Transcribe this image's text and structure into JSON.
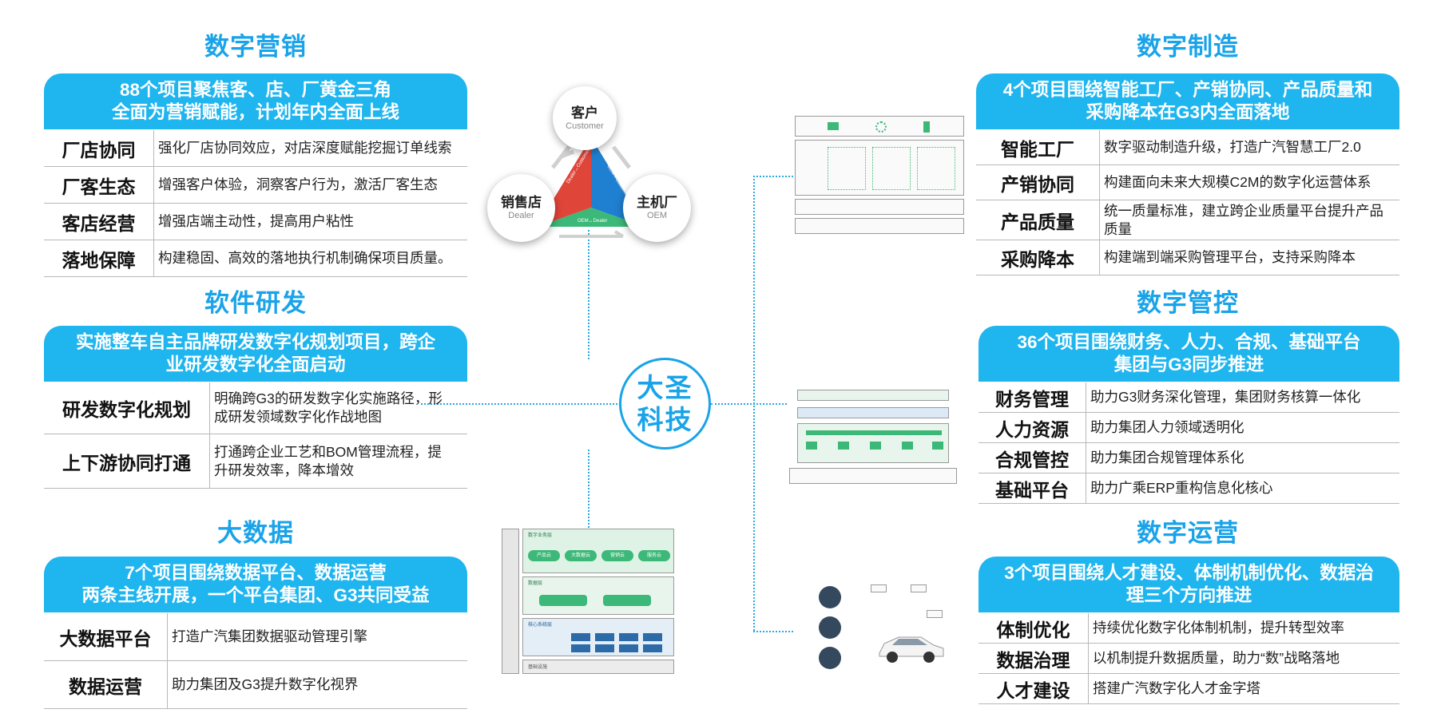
{
  "center": {
    "line1": "大圣",
    "line2": "科技"
  },
  "triangle": {
    "top": {
      "cn": "客户",
      "en": "Customer"
    },
    "left": {
      "cn": "销售店",
      "en": "Dealer"
    },
    "right": {
      "cn": "主机厂",
      "en": "OEM"
    },
    "inner_bottom": "OEM↔Dealer",
    "inner_left": "Dealer↔Customer",
    "inner_right": "OEM↔Customer"
  },
  "marketing": {
    "title": "数字营销",
    "banner": [
      "88个项目聚焦客、店、厂黄金三角",
      "全面为营销赋能，计划年内全面上线"
    ],
    "rows": [
      {
        "label": "厂店协同",
        "desc": "强化厂店协同效应，对店深度赋能挖掘订单线索"
      },
      {
        "label": "厂客生态",
        "desc": "增强客户体验，洞察客户行为，激活厂客生态"
      },
      {
        "label": "客店经营",
        "desc": "增强店端主动性，提高用户粘性"
      },
      {
        "label": "落地保障",
        "desc": "构建稳固、高效的落地执行机制确保项目质量。"
      }
    ]
  },
  "rnd": {
    "title": "软件研发",
    "banner": [
      "实施整车自主品牌研发数字化规划项目，跨企",
      "业研发数字化全面启动"
    ],
    "rows": [
      {
        "label": "研发数字化规划",
        "desc": [
          "明确跨G3的研发数字化实施路径，形",
          "成研发领域数字化作战地图"
        ]
      },
      {
        "label": "上下游协同打通",
        "desc": [
          "打通跨企业工艺和BOM管理流程，提",
          "升研发效率，降本增效"
        ]
      }
    ]
  },
  "bigdata": {
    "title": "大数据",
    "banner": [
      "7个项目围绕数据平台、数据运营",
      "两条主线开展，一个平台集团、G3共同受益"
    ],
    "rows": [
      {
        "label": "大数据平台",
        "desc": "打造广汽集团数据驱动管理引擎"
      },
      {
        "label": "数据运营",
        "desc": "助力集团及G3提升数字化视界"
      }
    ]
  },
  "manufacturing": {
    "title": "数字制造",
    "banner": [
      "4个项目围绕智能工厂、产销协同、产品质量和",
      "采购降本在G3内全面落地"
    ],
    "rows": [
      {
        "label": "智能工厂",
        "desc": [
          "数字驱动制造升级，打造广汽智慧工厂2.0"
        ]
      },
      {
        "label": "产销协同",
        "desc": [
          "构建面向未来大规模C2M的数字化运营体系"
        ]
      },
      {
        "label": "产品质量",
        "desc": [
          "统一质量标准，建立跨企业质量平台提升产品",
          "质量"
        ]
      },
      {
        "label": "采购降本",
        "desc": [
          "构建端到端采购管理平台，支持采购降本"
        ]
      }
    ]
  },
  "control": {
    "title": "数字管控",
    "banner": [
      "36个项目围绕财务、人力、合规、基础平台",
      "集团与G3同步推进"
    ],
    "rows": [
      {
        "label": "财务管理",
        "desc": "助力G3财务深化管理，集团财务核算一体化"
      },
      {
        "label": "人力资源",
        "desc": "助力集团人力领域透明化"
      },
      {
        "label": "合规管控",
        "desc": "助力集团合规管理体系化"
      },
      {
        "label": "基础平台",
        "desc": "助力广乘ERP重构信息化核心"
      }
    ]
  },
  "operation": {
    "title": "数字运营",
    "banner": [
      "3个项目围绕人才建设、体制机制优化、数据治",
      "理三个方向推进"
    ],
    "rows": [
      {
        "label": "体制优化",
        "desc": "持续优化数字化体制机制，提升转型效率"
      },
      {
        "label": "数据治理",
        "desc": "以机制提升数据质量，助力“数”战略落地"
      },
      {
        "label": "人才建设",
        "desc": "搭建广汽数字化人才金字塔"
      }
    ]
  },
  "thumb_data": {
    "layers": [
      "数字业务层",
      "数据层",
      "核心系统层",
      "基础设施"
    ],
    "biz_pills": [
      "产品云",
      "大数据云",
      "营销云",
      "服务云"
    ]
  },
  "colors": {
    "accent": "#1fb5ef",
    "title": "#1aa3e8",
    "green": "#3cb878",
    "red": "#e0453a"
  }
}
